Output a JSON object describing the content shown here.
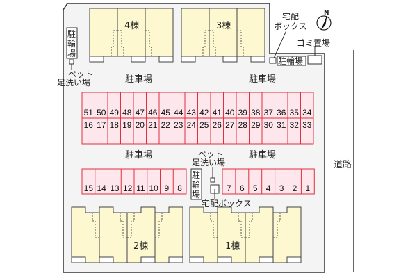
{
  "map": {
    "colors": {
      "site_fill": "#f4f4f4",
      "site_border": "#333333",
      "building_fill": "#fdf8cf",
      "building_border": "#444444",
      "parking_fill": "#fde6ec",
      "parking_border": "#e0303f",
      "road_line": "#000000"
    },
    "buildings": {
      "b4": "4棟",
      "b3": "3棟",
      "b2": "2棟",
      "b1": "1棟"
    },
    "labels": {
      "parking_top_left": "駐車場",
      "parking_top_right": "駐車場",
      "parking_mid_left": "駐車場",
      "parking_mid_right": "駐車場",
      "bike_top_left": [
        "駐",
        "輪",
        "場"
      ],
      "bike_top_right": "駐輪場",
      "bike_center": [
        "駐",
        "輪",
        "場"
      ],
      "pet_wash_top_line1": "ペット",
      "pet_wash_top_line2": "足洗い場",
      "pet_wash_center_line1": "ペット",
      "pet_wash_center_line2": "足洗い場",
      "delivery_box_top_line1": "宅配",
      "delivery_box_top_line2": "ボックス",
      "delivery_box_center": "宅配ボックス",
      "garbage": "ゴミ置場",
      "road": [
        "道",
        "路"
      ],
      "north": "N"
    },
    "parking": {
      "upper_row_top": [
        "51",
        "50",
        "49",
        "48",
        "47",
        "46",
        "45",
        "44",
        "43",
        "42",
        "41",
        "40",
        "39",
        "38",
        "37",
        "36",
        "35",
        "34"
      ],
      "upper_row_bottom": [
        "16",
        "17",
        "18",
        "19",
        "20",
        "21",
        "22",
        "23",
        "24",
        "25",
        "26",
        "27",
        "28",
        "29",
        "30",
        "31",
        "32",
        "33"
      ],
      "lower_left": [
        "15",
        "14",
        "13",
        "12",
        "11",
        "10",
        "9",
        "8"
      ],
      "lower_right": [
        "7",
        "6",
        "5",
        "4",
        "3",
        "2",
        "1"
      ]
    }
  }
}
